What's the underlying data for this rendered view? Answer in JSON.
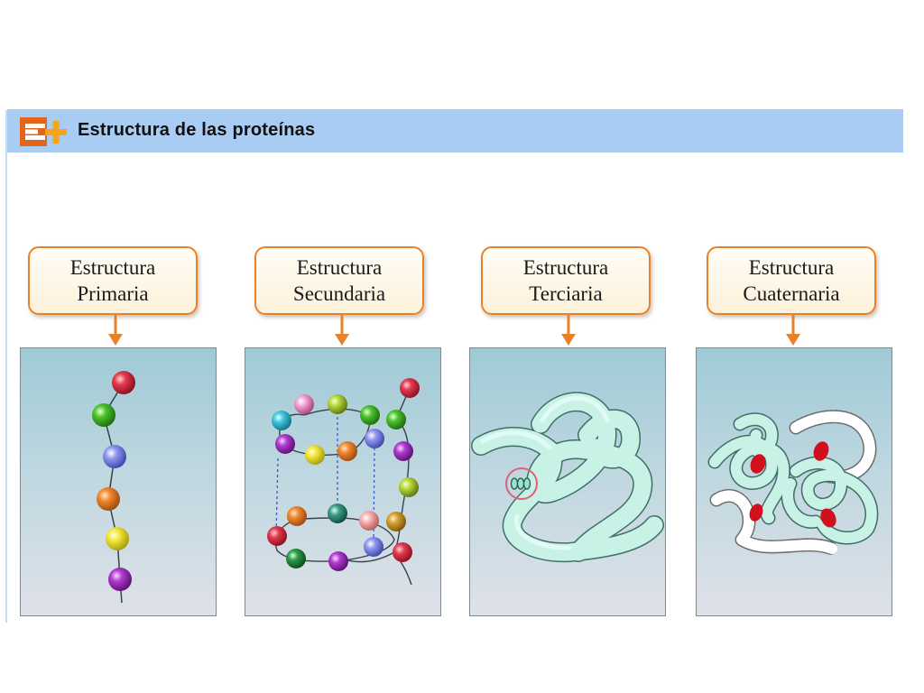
{
  "header": {
    "title": "Estructura de las proteínas",
    "logo_icon": "e-plus-icon",
    "background_color": "#a9ccf3"
  },
  "structures": [
    {
      "line1": "Estructura",
      "line2": "Primaria"
    },
    {
      "line1": "Estructura",
      "line2": "Secundaria"
    },
    {
      "line1": "Estructura",
      "line2": "Terciaria"
    },
    {
      "line1": "Estructura",
      "line2": "Cuaternaria"
    }
  ],
  "colors": {
    "accent_orange": "#e8822a",
    "panel_top": "#9fcad6",
    "panel_bottom": "#dfe1e8",
    "ribbon": "#c8f1e6"
  }
}
